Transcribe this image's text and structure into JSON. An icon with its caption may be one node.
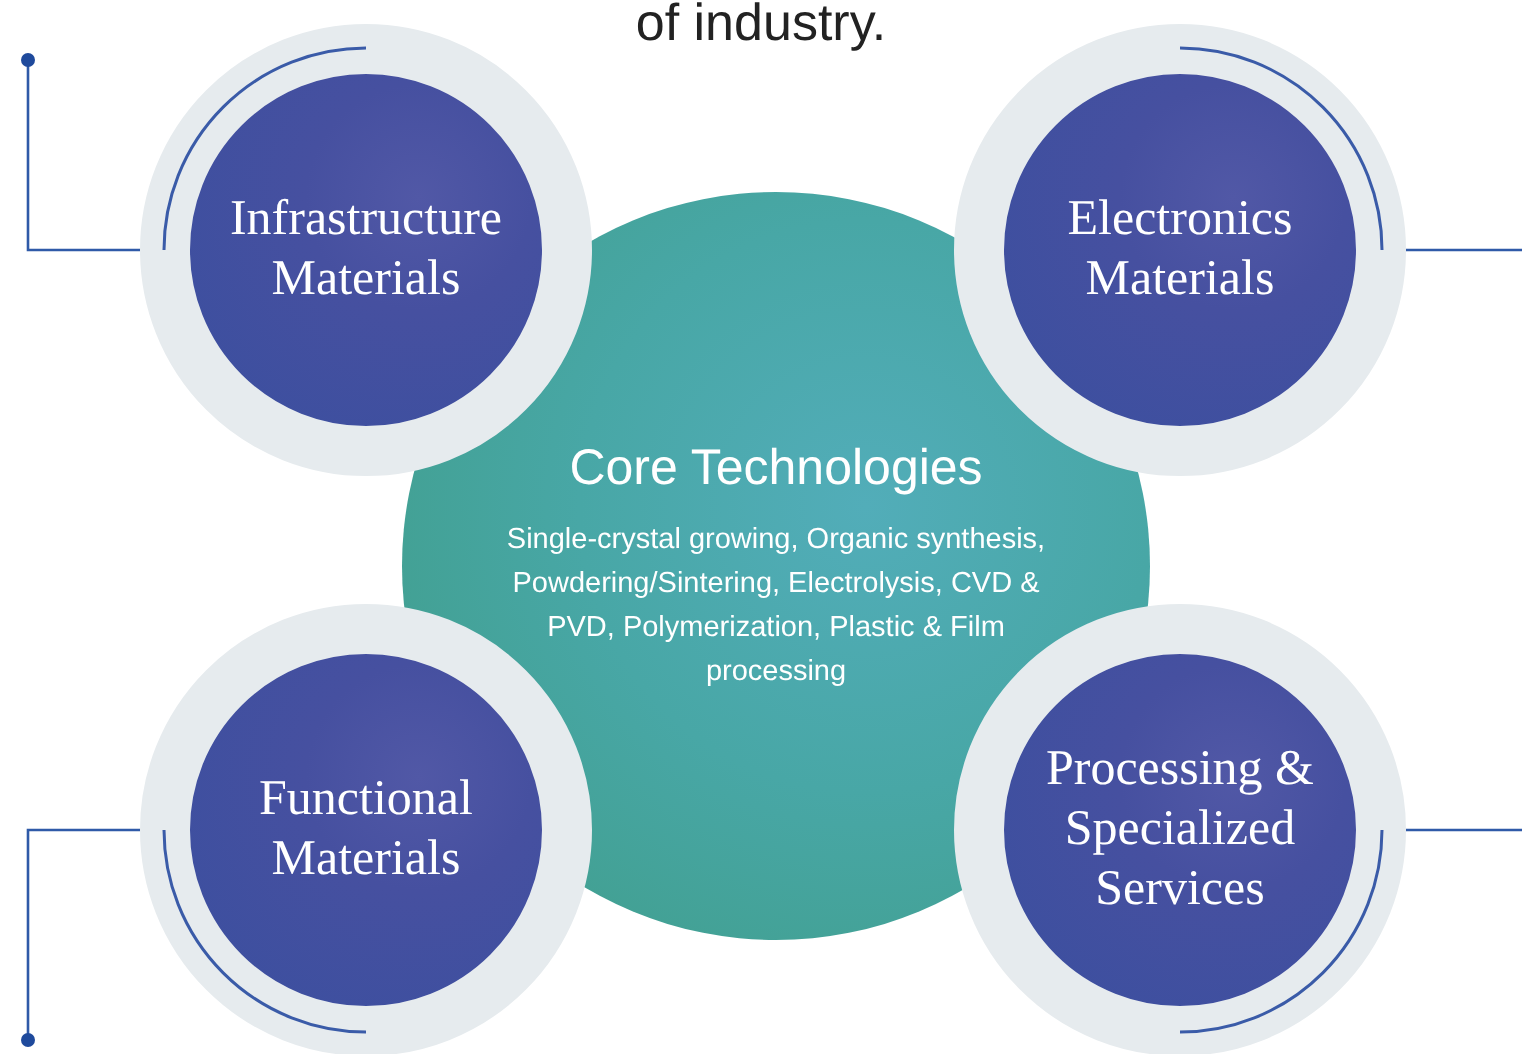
{
  "diagram": {
    "nodes": [
      {
        "text": [
          "Core Technologies",
          "Single-crystal growing, Organic synthesis, Powdering/Sintering, Electrolysis, CVD & PVD, Polymerization, Plastic & Film processing"
        ]
      },
      {
        "text": [
          "Infrastructure Materials"
        ]
      },
      {
        "text": [
          "Electronics Materials"
        ]
      },
      {
        "text": [
          "Functional Materials"
        ]
      },
      {
        "text": [
          "Processing & Specialized Services"
        ]
      }
    ],
    "edges": [
      {
        "from": 1,
        "to": null,
        "arrow": "other"
      },
      {
        "from": 2,
        "to": null,
        "arrow": "none"
      },
      {
        "from": 3,
        "to": null,
        "arrow": "other"
      },
      {
        "from": 4,
        "to": null,
        "arrow": "none"
      }
    ],
    "labels": [
      "of industry."
    ]
  }
}
